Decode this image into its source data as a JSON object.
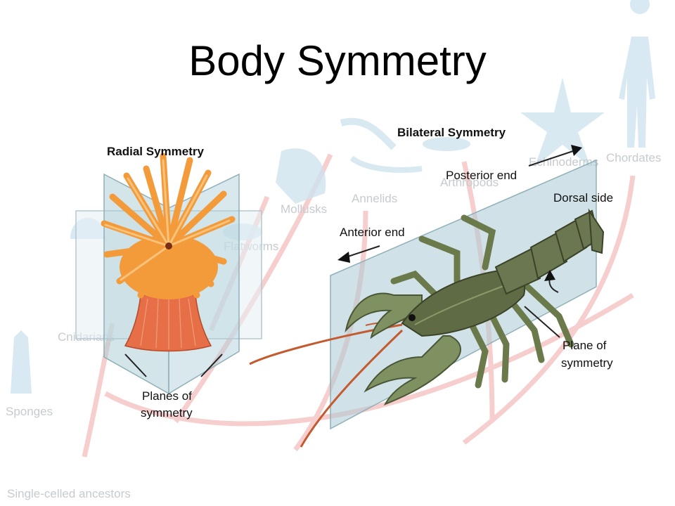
{
  "slide": {
    "title": "Body Symmetry",
    "radial_heading": "Radial Symmetry",
    "bilateral_heading": "Bilateral Symmetry",
    "planes_label_line1": "Planes of",
    "planes_label_line2": "symmetry",
    "plane_label_line1": "Plane of",
    "plane_label_line2": "symmetry",
    "posterior": "Posterior end",
    "anterior": "Anterior end",
    "dorsal": "Dorsal side"
  },
  "background_tree": {
    "chordates": "Chordates",
    "echinoderms": "Echinoderms",
    "arthropods": "Arthropods",
    "annelids": "Annelids",
    "mollusks": "Mollusks",
    "flatworms": "Flatworms",
    "cnidarians": "Cnidarians",
    "sponges": "Sponges",
    "ancestors": "Single-celled ancestors"
  },
  "colors": {
    "tree_branch": "#f6c6c6",
    "faded_organism": "#cfe4f0",
    "plane_glass": "#a9cbd4",
    "anemone": "#f08a2a",
    "crayfish": "#5f6b45"
  }
}
